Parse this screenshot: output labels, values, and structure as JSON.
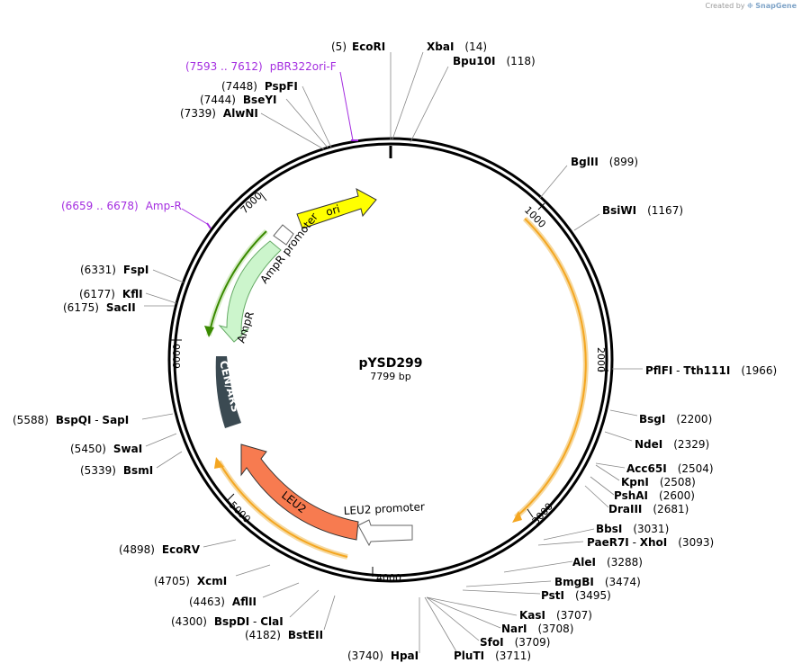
{
  "credit": {
    "prefix": "Created by",
    "brand": "SnapGene"
  },
  "plasmid": {
    "name": "pYSD299",
    "length_label": "7799 bp",
    "length": 7799
  },
  "colors": {
    "backbone": "#000000",
    "ori": "#ffff00",
    "ampr": "#ccf5cc",
    "cen_ars": "#3b4a52",
    "leu2": "#f77b50",
    "promoter": "#ffffff",
    "orf_orange": "#f4a621",
    "orf_green": "#3a8a00",
    "primer": "#a42de0"
  },
  "ticks": [
    "1000",
    "2000",
    "3000",
    "4000",
    "5000",
    "6000",
    "7000"
  ],
  "enzymes": [
    {
      "name": "EcoRI",
      "pos": "(5)"
    },
    {
      "name": "XbaI",
      "pos": "(14)"
    },
    {
      "name": "Bpu10I",
      "pos": "(118)"
    },
    {
      "name": "BglII",
      "pos": "(899)"
    },
    {
      "name": "BsiWI",
      "pos": "(1167)"
    },
    {
      "name": "PflFI",
      "name2": "Tth111I",
      "pos": "(1966)"
    },
    {
      "name": "BsgI",
      "pos": "(2200)"
    },
    {
      "name": "NdeI",
      "pos": "(2329)"
    },
    {
      "name": "Acc65I",
      "pos": "(2504)"
    },
    {
      "name": "KpnI",
      "pos": "(2508)"
    },
    {
      "name": "PshAI",
      "pos": "(2600)"
    },
    {
      "name": "DraIII",
      "pos": "(2681)"
    },
    {
      "name": "BbsI",
      "pos": "(3031)"
    },
    {
      "name": "PaeR7I",
      "name2": "XhoI",
      "pos": "(3093)"
    },
    {
      "name": "AleI",
      "pos": "(3288)"
    },
    {
      "name": "BmgBI",
      "pos": "(3474)"
    },
    {
      "name": "PstI",
      "pos": "(3495)"
    },
    {
      "name": "KasI",
      "pos": "(3707)"
    },
    {
      "name": "NarI",
      "pos": "(3708)"
    },
    {
      "name": "SfoI",
      "pos": "(3709)"
    },
    {
      "name": "PluTI",
      "pos": "(3711)"
    },
    {
      "name": "HpaI",
      "pos": "(3740)"
    },
    {
      "name": "BstEII",
      "pos": "(4182)"
    },
    {
      "name": "BspDI",
      "name2": "ClaI",
      "pos": "(4300)"
    },
    {
      "name": "AflII",
      "pos": "(4463)"
    },
    {
      "name": "XcmI",
      "pos": "(4705)"
    },
    {
      "name": "EcoRV",
      "pos": "(4898)"
    },
    {
      "name": "BsmI",
      "pos": "(5339)"
    },
    {
      "name": "SwaI",
      "pos": "(5450)"
    },
    {
      "name": "BspQI",
      "name2": "SapI",
      "pos": "(5588)"
    },
    {
      "name": "SacII",
      "pos": "(6175)"
    },
    {
      "name": "KflI",
      "pos": "(6177)"
    },
    {
      "name": "FspI",
      "pos": "(6331)"
    },
    {
      "name": "AlwNI",
      "pos": "(7339)"
    },
    {
      "name": "BseYI",
      "pos": "(7444)"
    },
    {
      "name": "PspFI",
      "pos": "(7448)"
    }
  ],
  "primers": [
    {
      "name": "pBR322ori-F",
      "range": "(7593 .. 7612)"
    },
    {
      "name": "Amp-R",
      "range": "(6659 .. 6678)"
    }
  ],
  "features": {
    "ori": "ori",
    "ampr_promoter": "AmpR promoter",
    "ampr": "AmpR",
    "cen_ars": "CEN/ARS",
    "leu2": "LEU2",
    "leu2_promoter": "LEU2 promoter"
  }
}
